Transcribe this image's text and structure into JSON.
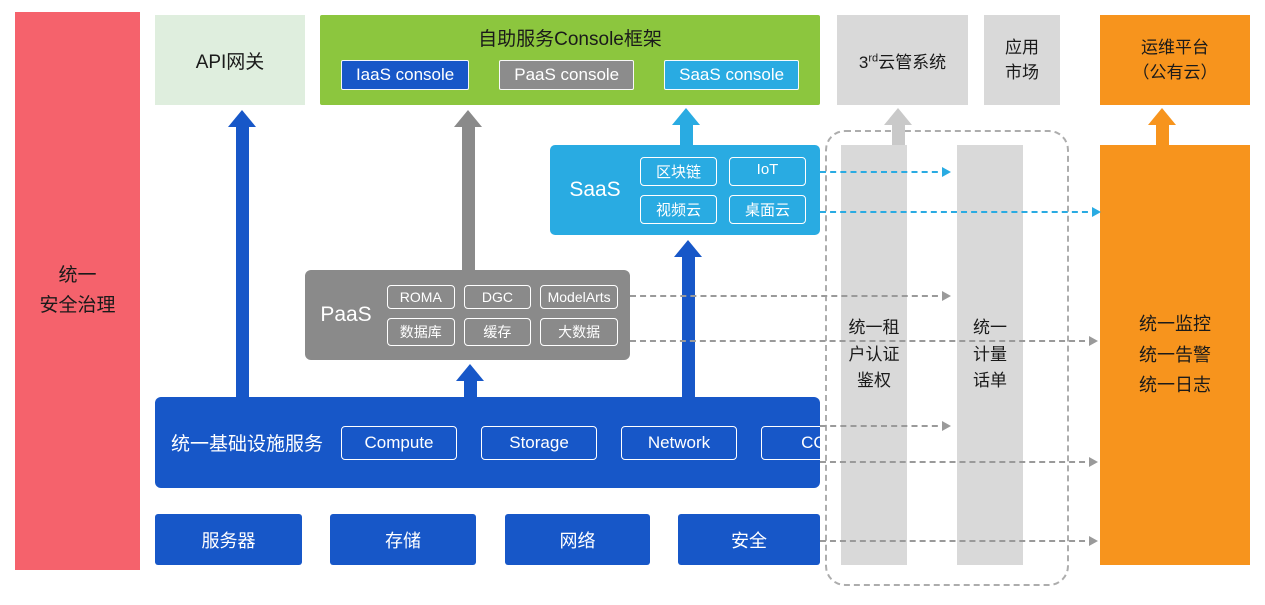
{
  "security_bar": {
    "label": "统一\n安全治理"
  },
  "api_gateway": {
    "label": "API网关"
  },
  "console": {
    "title": "自助服务Console框架",
    "badges": [
      {
        "label": "IaaS console",
        "color": "#1757C8"
      },
      {
        "label": "PaaS console",
        "color": "#8C8C8C"
      },
      {
        "label": "SaaS console",
        "color": "#29ABE2"
      }
    ]
  },
  "third_party": {
    "prefix": "3",
    "sup": "rd",
    "suffix": "云管系统"
  },
  "app_market": {
    "label": "应用\n市场"
  },
  "om_platform": {
    "label": "运维平台\n（公有云）"
  },
  "saas": {
    "label": "SaaS",
    "services": [
      "区块链",
      "IoT",
      "视频云",
      "桌面云"
    ]
  },
  "paas": {
    "label": "PaaS",
    "services": [
      "ROMA",
      "DGC",
      "ModelArts",
      "数据库",
      "缓存",
      "大数据"
    ]
  },
  "infra": {
    "label": "统一基础设施服务",
    "services": [
      "Compute",
      "Storage",
      "Network",
      "CCE"
    ]
  },
  "resources": [
    "服务器",
    "存储",
    "网络",
    "安全"
  ],
  "auth_bar": {
    "label": "统一租\n户认证\n鉴权"
  },
  "metering_bar": {
    "label": "统一\n计量\n话单"
  },
  "monitor_bar": {
    "label": "统一监控\n统一告警\n统一日志"
  },
  "colors": {
    "security_red": "#F5626C",
    "api_green_light": "#DFEEDE",
    "console_green": "#8CC63E",
    "primary_blue": "#1757C8",
    "saas_blue": "#29ABE2",
    "paas_gray": "#8A8A8A",
    "panel_gray": "#D9D9D9",
    "orange": "#F7941D"
  }
}
